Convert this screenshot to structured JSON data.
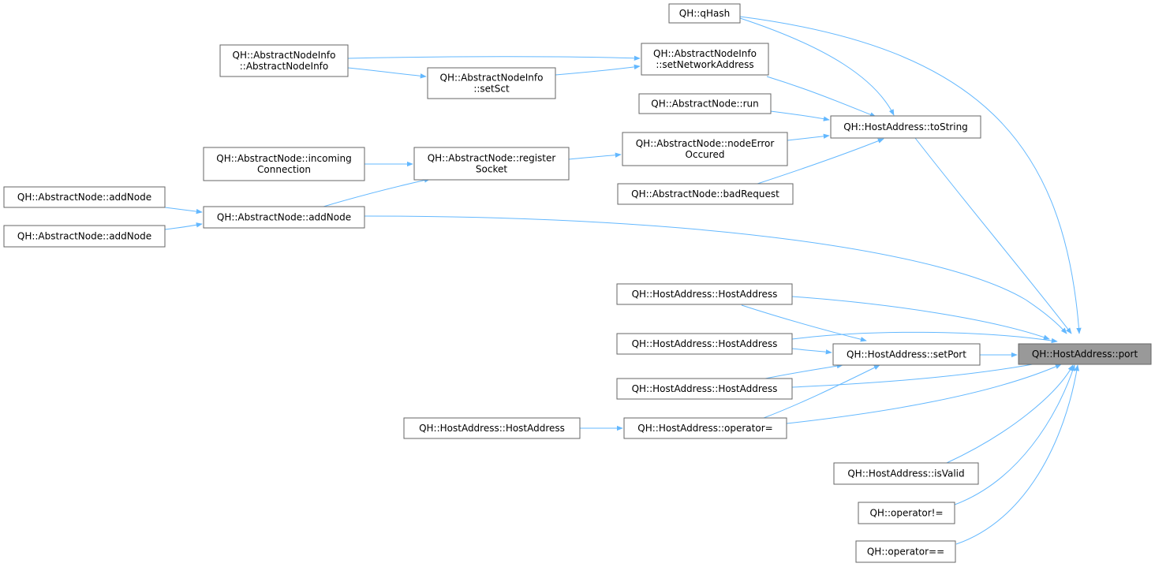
{
  "graph": {
    "title": "",
    "edge_color": "#63b8ff",
    "root_fill": "#999999",
    "node_border": "#666666",
    "nodes": [
      {
        "id": "port",
        "lines": [
          "QH::HostAddress::port"
        ],
        "root": true
      },
      {
        "id": "qhash",
        "lines": [
          "QH::qHash"
        ]
      },
      {
        "id": "ani_ctor",
        "lines": [
          "QH::AbstractNodeInfo",
          "::AbstractNodeInfo"
        ]
      },
      {
        "id": "ani_setnet",
        "lines": [
          "QH::AbstractNodeInfo",
          "::setNetworkAddress"
        ]
      },
      {
        "id": "ani_setsct",
        "lines": [
          "QH::AbstractNodeInfo",
          "::setSct"
        ]
      },
      {
        "id": "an_run",
        "lines": [
          "QH::AbstractNode::run"
        ]
      },
      {
        "id": "ha_tostring",
        "lines": [
          "QH::HostAddress::toString"
        ]
      },
      {
        "id": "an_incoming",
        "lines": [
          "QH::AbstractNode::incoming",
          "Connection"
        ]
      },
      {
        "id": "an_register",
        "lines": [
          "QH::AbstractNode::register",
          "Socket"
        ]
      },
      {
        "id": "an_nodeerror",
        "lines": [
          "QH::AbstractNode::nodeError",
          "Occured"
        ]
      },
      {
        "id": "an_badrequest",
        "lines": [
          "QH::AbstractNode::badRequest"
        ]
      },
      {
        "id": "an_addnode_l1",
        "lines": [
          "QH::AbstractNode::addNode"
        ]
      },
      {
        "id": "an_addnode_l2",
        "lines": [
          "QH::AbstractNode::addNode"
        ]
      },
      {
        "id": "an_addnode",
        "lines": [
          "QH::AbstractNode::addNode"
        ]
      },
      {
        "id": "ha_ctor1",
        "lines": [
          "QH::HostAddress::HostAddress"
        ]
      },
      {
        "id": "ha_ctor2",
        "lines": [
          "QH::HostAddress::HostAddress"
        ]
      },
      {
        "id": "ha_setport",
        "lines": [
          "QH::HostAddress::setPort"
        ]
      },
      {
        "id": "ha_ctor3",
        "lines": [
          "QH::HostAddress::HostAddress"
        ]
      },
      {
        "id": "ha_ctor4",
        "lines": [
          "QH::HostAddress::HostAddress"
        ]
      },
      {
        "id": "ha_operator_eq",
        "lines": [
          "QH::HostAddress::operator="
        ]
      },
      {
        "id": "ha_isvalid",
        "lines": [
          "QH::HostAddress::isValid"
        ]
      },
      {
        "id": "op_neq",
        "lines": [
          "QH::operator!="
        ]
      },
      {
        "id": "op_eqeq",
        "lines": [
          "QH::operator=="
        ]
      }
    ],
    "edges": [
      {
        "from": "qhash",
        "to": "port"
      },
      {
        "from": "qhash",
        "to": "ha_tostring"
      },
      {
        "from": "ani_ctor",
        "to": "ani_setnet"
      },
      {
        "from": "ani_ctor",
        "to": "ani_setsct"
      },
      {
        "from": "ani_setsct",
        "to": "ani_setnet"
      },
      {
        "from": "ani_setnet",
        "to": "ha_tostring"
      },
      {
        "from": "an_run",
        "to": "ha_tostring"
      },
      {
        "from": "an_incoming",
        "to": "an_register"
      },
      {
        "from": "an_register",
        "to": "an_nodeerror"
      },
      {
        "from": "an_nodeerror",
        "to": "ha_tostring"
      },
      {
        "from": "an_badrequest",
        "to": "ha_tostring"
      },
      {
        "from": "an_addnode_l1",
        "to": "an_addnode"
      },
      {
        "from": "an_addnode_l2",
        "to": "an_addnode"
      },
      {
        "from": "an_addnode",
        "to": "an_register"
      },
      {
        "from": "an_addnode",
        "to": "port"
      },
      {
        "from": "ha_tostring",
        "to": "port"
      },
      {
        "from": "ha_ctor1",
        "to": "port"
      },
      {
        "from": "ha_ctor1",
        "to": "ha_setport"
      },
      {
        "from": "ha_ctor2",
        "to": "ha_setport"
      },
      {
        "from": "ha_ctor2",
        "to": "port"
      },
      {
        "from": "ha_setport",
        "to": "port"
      },
      {
        "from": "ha_ctor3",
        "to": "ha_setport"
      },
      {
        "from": "ha_ctor3",
        "to": "port"
      },
      {
        "from": "ha_ctor4",
        "to": "ha_operator_eq"
      },
      {
        "from": "ha_operator_eq",
        "to": "ha_setport"
      },
      {
        "from": "ha_operator_eq",
        "to": "port"
      },
      {
        "from": "ha_isvalid",
        "to": "port"
      },
      {
        "from": "op_neq",
        "to": "port"
      },
      {
        "from": "op_eqeq",
        "to": "port"
      }
    ]
  }
}
